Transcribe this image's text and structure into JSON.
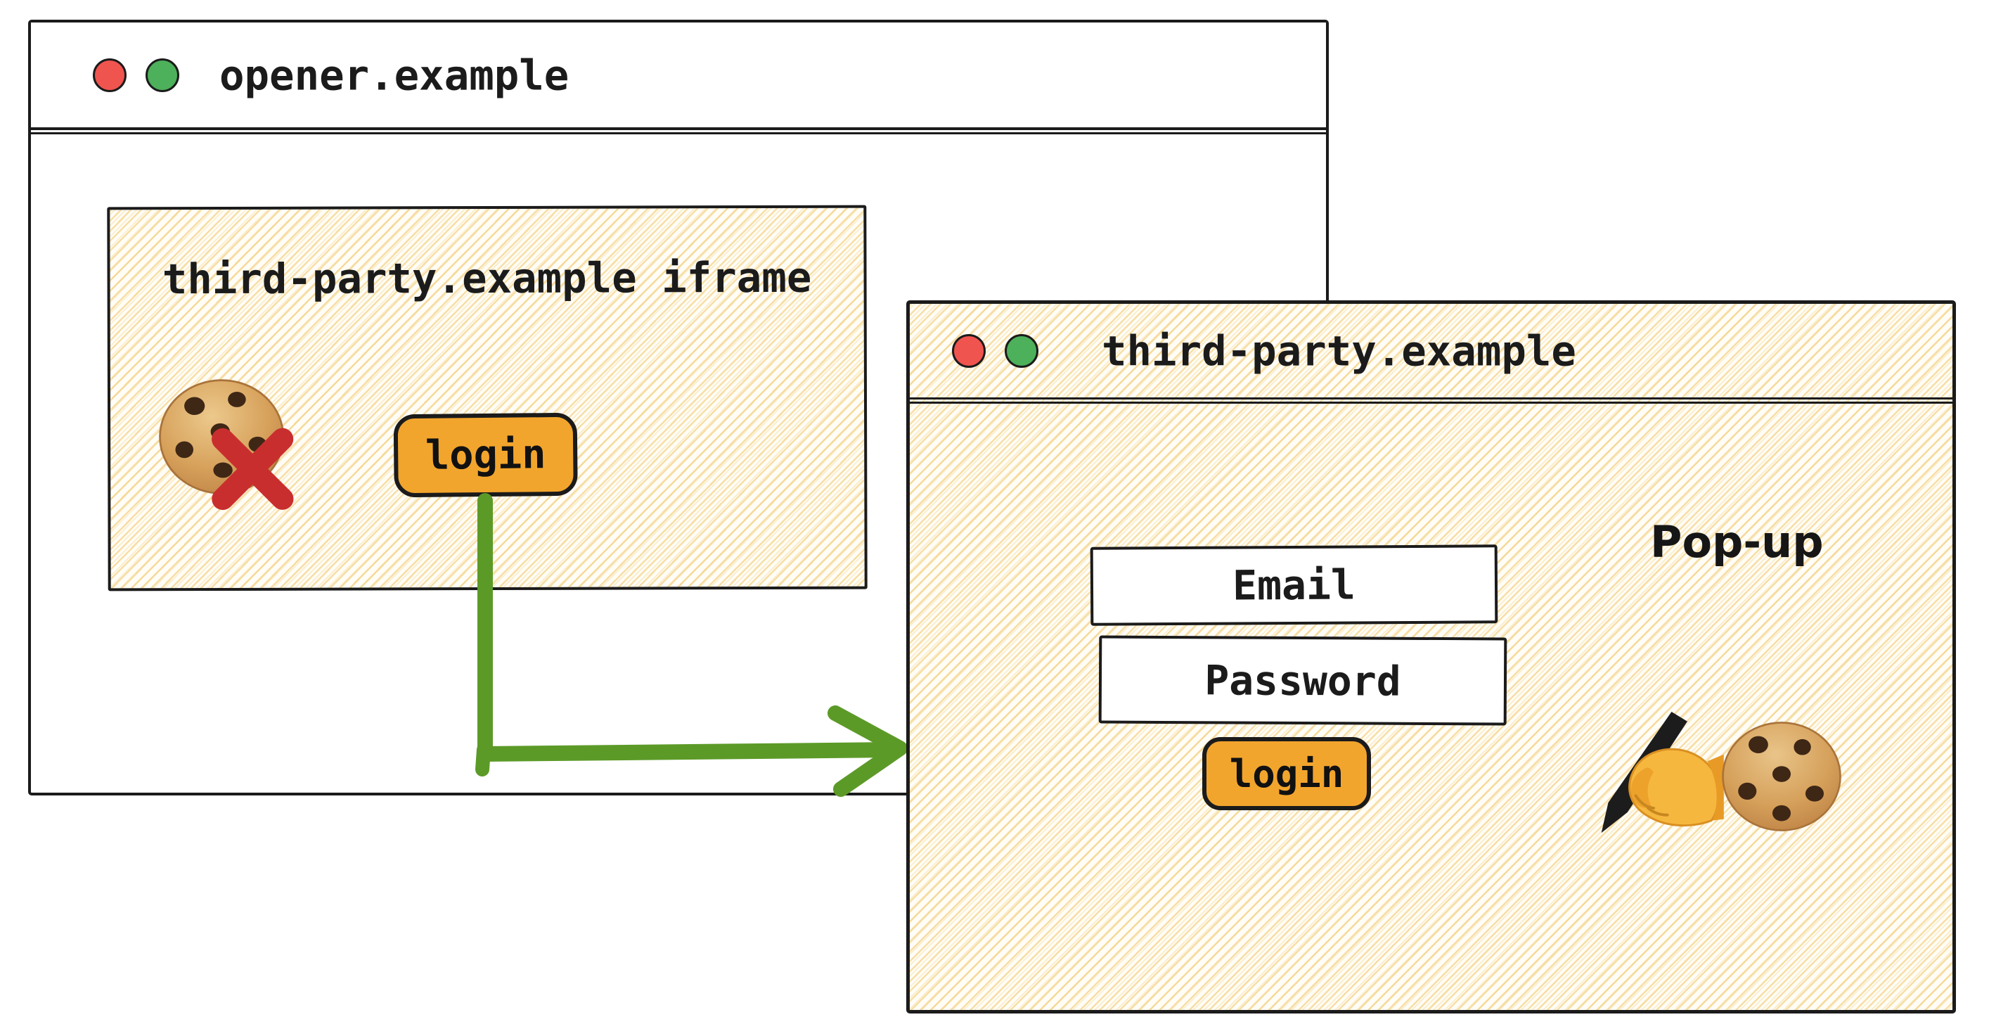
{
  "colors": {
    "ink": "#1b1b1b",
    "accent-orange": "#f2a52d",
    "arrow-green": "#5c9a28",
    "traffic-red": "#f0544f",
    "traffic-green": "#4db05a",
    "cross-red": "#c92e2e",
    "hachure-line": "#f2cf84"
  },
  "opener_window": {
    "title": "opener.example",
    "iframe": {
      "label": "third-party.example iframe",
      "login_button_label": "login",
      "blocked_cookie_icon": "cookie-with-red-cross"
    }
  },
  "popup_window": {
    "title": "third-party.example",
    "caption": "Pop-up",
    "email_label": "Email",
    "password_label": "Password",
    "login_button_label": "login",
    "icons": [
      "writing-hand-icon",
      "cookie-icon"
    ]
  }
}
